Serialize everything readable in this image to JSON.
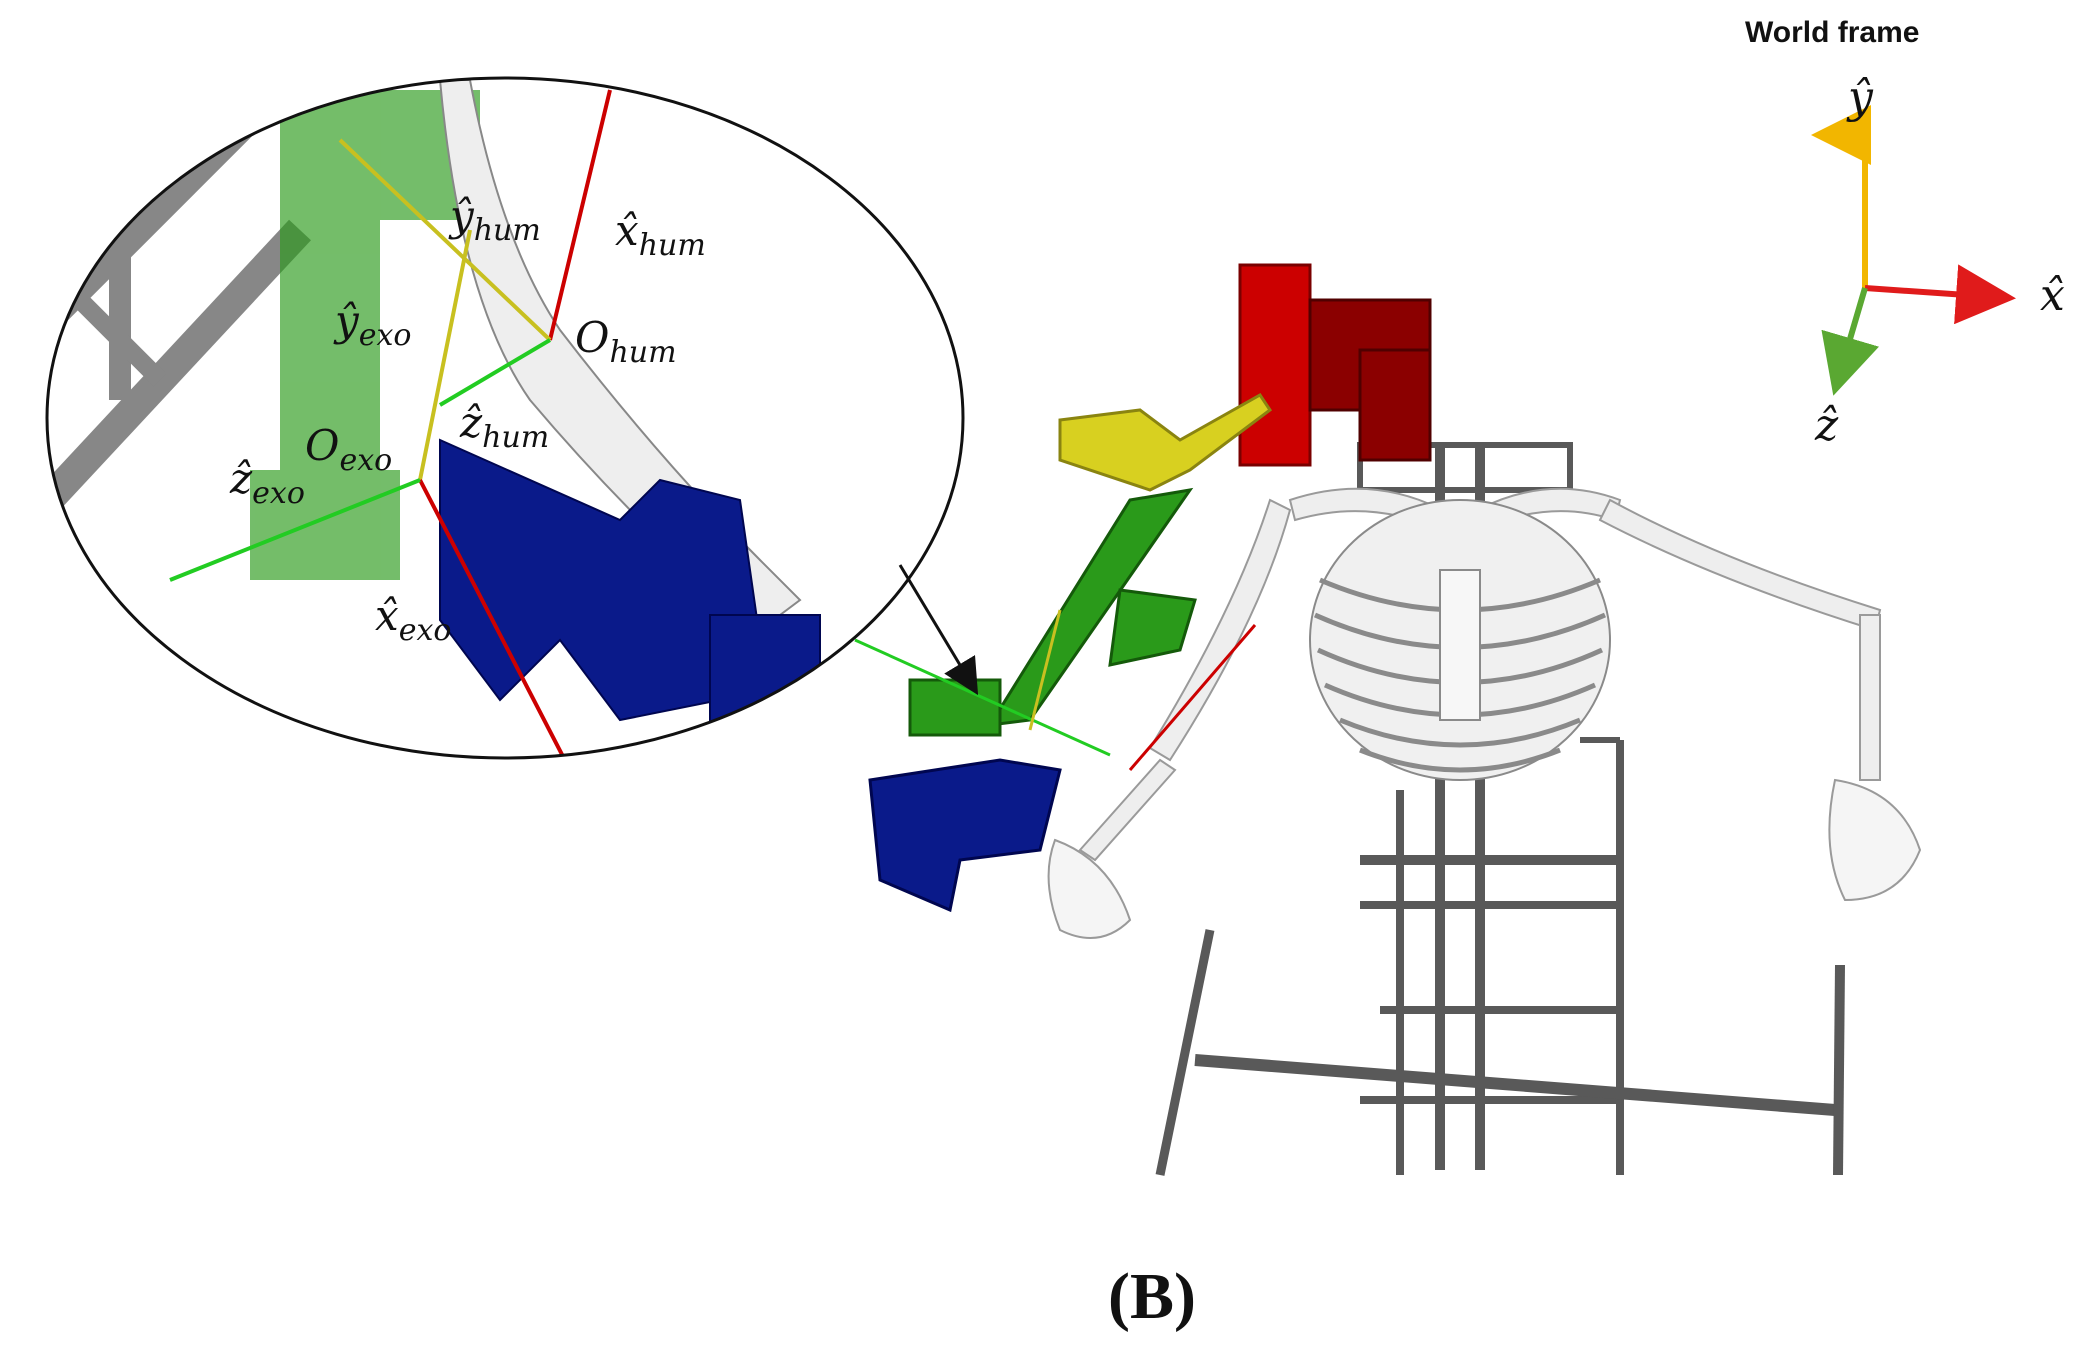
{
  "world_frame": {
    "title": "World frame",
    "y_label": "ŷ",
    "x_label": "x̂",
    "z_label": "ẑ",
    "x_color": "#e01b1b",
    "y_color": "#f2b600",
    "z_color": "#5aa832"
  },
  "inset": {
    "y_hum_base": "ŷ",
    "y_hum_sub": "hum",
    "x_hum_base": "x̂",
    "x_hum_sub": "hum",
    "y_exo_base": "ŷ",
    "y_exo_sub": "exo",
    "O_hum_base": "O",
    "O_hum_sub": "hum",
    "z_hum_base": "ẑ",
    "z_hum_sub": "hum",
    "O_exo_base": "O",
    "O_exo_sub": "exo",
    "z_exo_base": "ẑ",
    "z_exo_sub": "exo",
    "x_exo_base": "x̂",
    "x_exo_sub": "exo"
  },
  "panel_label": "(B)",
  "colors": {
    "exo_red": "#cc0000",
    "exo_dark_red": "#8b0000",
    "exo_yellow": "#d8d020",
    "exo_green": "#2a9a1a",
    "exo_blue": "#0a1a8a",
    "bone": "#e8e8e8",
    "frame_gray": "#333333"
  }
}
